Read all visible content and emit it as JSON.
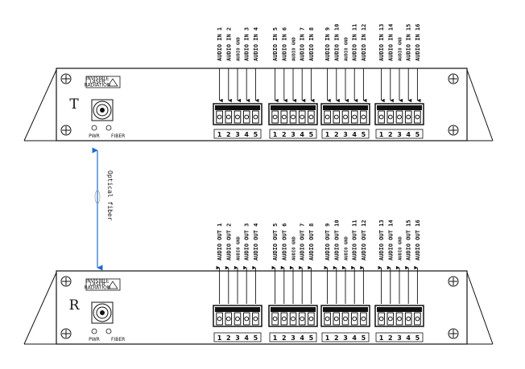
{
  "units": [
    {
      "id": "transmitter",
      "letter": "T",
      "direction": "in",
      "warning_label": [
        "INVISIBLE",
        "LASER",
        "RADIATION"
      ],
      "pwr_label": "PWR",
      "fiber_label": "FIBER",
      "connectors": [
        {
          "labels": [
            "AUDIO IN 1",
            "AUDIO IN 2",
            "AUDIO GND",
            "AUDIO IN 3",
            "AUDIO IN 4"
          ],
          "pins": [
            "1",
            "2",
            "3",
            "4",
            "5"
          ]
        },
        {
          "labels": [
            "AUDIO IN 5",
            "AUDIO IN 6",
            "AUDIO GND",
            "AUDIO IN 7",
            "AUDIO IN 8"
          ],
          "pins": [
            "1",
            "2",
            "3",
            "4",
            "5"
          ]
        },
        {
          "labels": [
            "AUDIO IN 9",
            "AUDIO IN 10",
            "AUDIO GND",
            "AUDIO IN 11",
            "AUDIO IN 12"
          ],
          "pins": [
            "1",
            "2",
            "3",
            "4",
            "5"
          ]
        },
        {
          "labels": [
            "AUDIO IN 13",
            "AUDIO IN 14",
            "AUDIO GND",
            "AUDIO IN 15",
            "AUDIO IN 16"
          ],
          "pins": [
            "1",
            "2",
            "3",
            "4",
            "5"
          ]
        }
      ]
    },
    {
      "id": "receiver",
      "letter": "R",
      "direction": "out",
      "warning_label": [
        "INVISIBLE",
        "LASER",
        "RADIATION"
      ],
      "pwr_label": "PWR",
      "fiber_label": "FIBER",
      "connectors": [
        {
          "labels": [
            "AUDIO OUT 1",
            "AUDIO OUT 2",
            "AUDIO GND",
            "AUDIO OUT 3",
            "AUDIO OUT 4"
          ],
          "pins": [
            "1",
            "2",
            "3",
            "4",
            "5"
          ]
        },
        {
          "labels": [
            "AUDIO OUT 5",
            "AUDIO OUT 6",
            "AUDIO GND",
            "AUDIO OUT 7",
            "AUDIO OUT 8"
          ],
          "pins": [
            "1",
            "2",
            "3",
            "4",
            "5"
          ]
        },
        {
          "labels": [
            "AUDIO OUT 9",
            "AUDIO OUT 10",
            "AUDIO GND",
            "AUDIO OUT 11",
            "AUDIO OUT 12"
          ],
          "pins": [
            "1",
            "2",
            "3",
            "4",
            "5"
          ]
        },
        {
          "labels": [
            "AUDIO OUT 13",
            "AUDIO OUT 14",
            "AUDIO GND",
            "AUDIO OUT 15",
            "AUDIO OUT 16"
          ],
          "pins": [
            "1",
            "2",
            "3",
            "4",
            "5"
          ]
        }
      ]
    }
  ],
  "fiber_link": {
    "label": "Optical fiber",
    "color": "#1f6fc9"
  }
}
